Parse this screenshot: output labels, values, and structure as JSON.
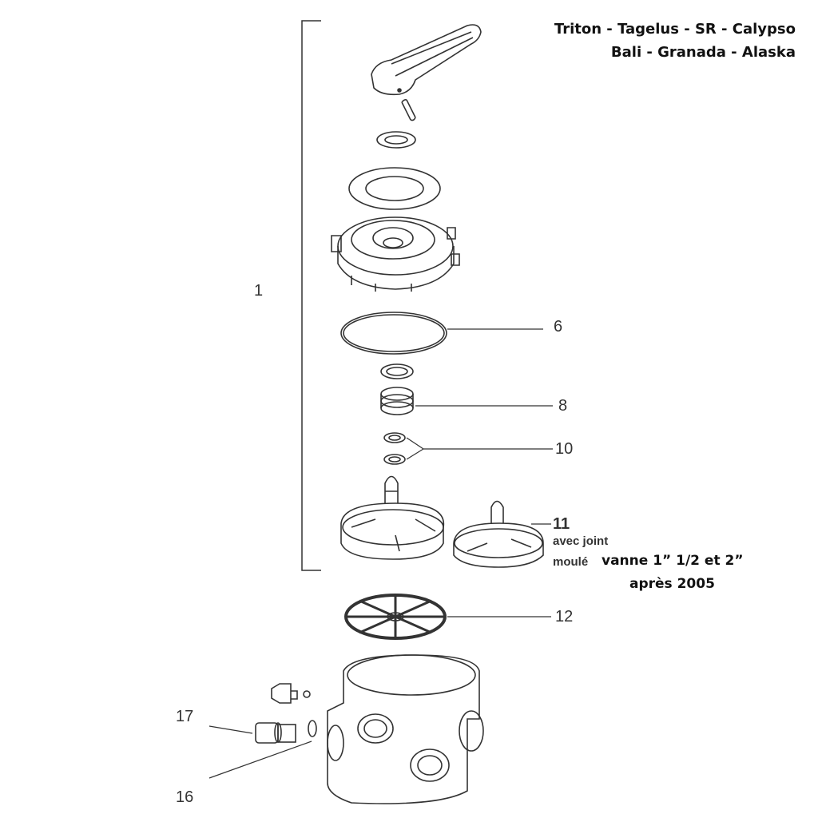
{
  "title": {
    "line1": "Triton - Tagelus - SR - Calypso",
    "line2": "Bali - Granada - Alaska"
  },
  "callouts": {
    "c1": "1",
    "c6": "6",
    "c8": "8",
    "c10": "10",
    "c11": "11",
    "c11_note_1": "avec joint",
    "c11_note_2": "moulé",
    "c12": "12",
    "c16": "16",
    "c17": "17"
  },
  "note": {
    "line1": "vanne 1” 1/2 et 2”",
    "line2": "après 2005"
  }
}
